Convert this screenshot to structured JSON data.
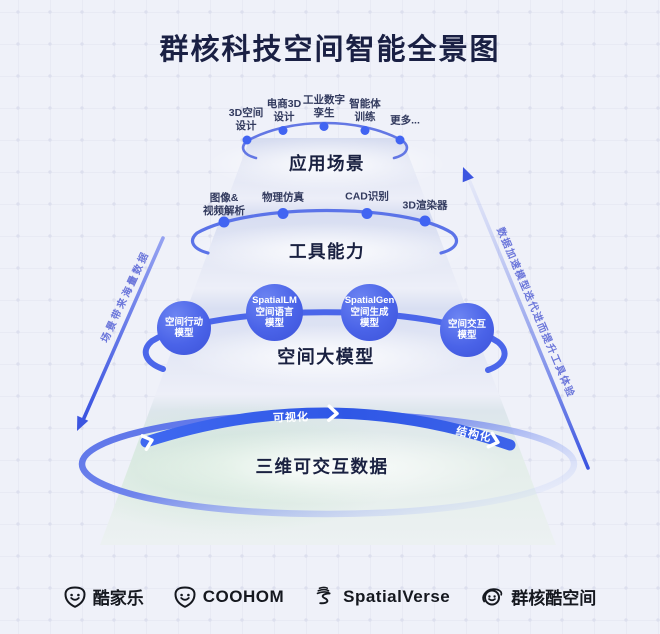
{
  "title": "群核科技空间智能全景图",
  "layers": {
    "applications": {
      "band_label": "应用场景",
      "items": [
        "3D空间\n设计",
        "电商3D\n设计",
        "工业数字\n孪生",
        "智能体\n训练",
        "更多..."
      ]
    },
    "tools": {
      "band_label": "工具能力",
      "items": [
        "图像&\n视频解析",
        "物理仿真",
        "CAD识别",
        "3D渲染器"
      ]
    },
    "models": {
      "band_label": "空间大模型",
      "items": [
        "空间行动\n模型",
        "SpatialLM\n空间语言\n模型",
        "SpatialGen\n空间生成\n模型",
        "空间交互\n模型"
      ]
    },
    "data_layer": {
      "band_label": "三维可交互数据",
      "tags": [
        "可视化",
        "结构化"
      ]
    }
  },
  "arrows": {
    "left_label": "场景带来海量数据",
    "right_label": "数据加速模型迭代进而提升工具体验"
  },
  "footer": {
    "brands": [
      "酷家乐",
      "COOHOM",
      "SpatialVerse",
      "群核酷空间"
    ]
  },
  "colors": {
    "accent_blue": "#4a63e8",
    "flow_band_blue": "#2f57e6",
    "dark_navy": "#1a2044",
    "arrow_blue": "#3c55e0",
    "funnel_green_tint": "#dcebe0",
    "logo_black": "#15181f",
    "background": "#eff1f9"
  }
}
